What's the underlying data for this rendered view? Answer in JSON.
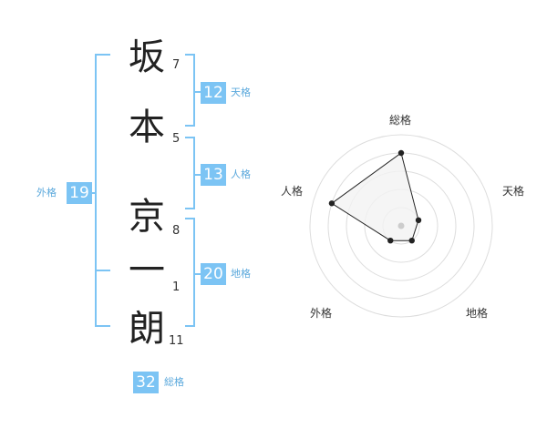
{
  "name_chars": [
    {
      "char": "坂",
      "strokes": "7"
    },
    {
      "char": "本",
      "strokes": "5"
    },
    {
      "char": "京",
      "strokes": "8"
    },
    {
      "char": "一",
      "strokes": "1"
    },
    {
      "char": "朗",
      "strokes": "11"
    }
  ],
  "fortunes": {
    "tenkaku": {
      "value": "12",
      "label": "天格"
    },
    "jinkaku": {
      "value": "13",
      "label": "人格"
    },
    "chikaku": {
      "value": "20",
      "label": "地格"
    },
    "gaikaku": {
      "value": "19",
      "label": "外格"
    },
    "soukaku": {
      "value": "32",
      "label": "総格"
    }
  },
  "chart_data": {
    "type": "radar",
    "axes": [
      "総格",
      "天格",
      "地格",
      "外格",
      "人格"
    ],
    "values": [
      0.8,
      0.2,
      0.2,
      0.2,
      0.8
    ],
    "max": 1,
    "rings": 5,
    "colors": {
      "fill": "#f2f2f2",
      "line": "#222222",
      "grid": "#dddddd",
      "center": "#cccccc"
    }
  },
  "colors": {
    "accent": "#7cc4f4",
    "bracket": "#7cc4f4"
  }
}
